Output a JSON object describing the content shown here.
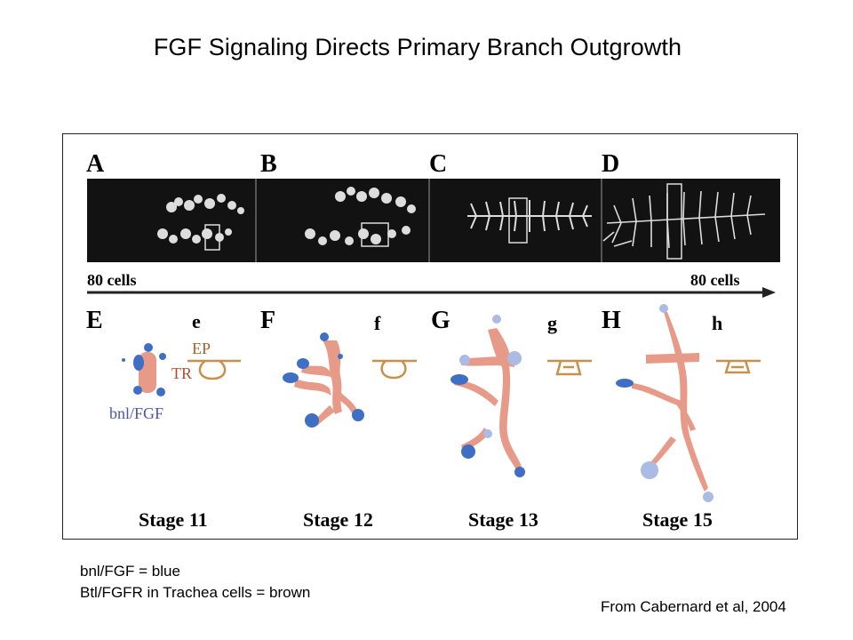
{
  "slide": {
    "title": "FGF Signaling Directs Primary Branch Outgrowth",
    "legend": [
      "bnl/FGF = blue",
      "Btl/FGFR in Trachea cells = brown"
    ],
    "citation": "From Cabernard et al, 2004"
  },
  "figure": {
    "panel_letters_top": [
      "A",
      "B",
      "C",
      "D"
    ],
    "arrow_left_label": "80 cells",
    "arrow_right_label": "80 cells",
    "panel_letters_bottom": [
      "E",
      "F",
      "G",
      "H"
    ],
    "inset_letters": [
      "e",
      "f",
      "g",
      "h"
    ],
    "label_ep": "EP",
    "label_tr": "TR",
    "label_bnl": "bnl/FGF",
    "stages": [
      "Stage 11",
      "Stage 12",
      "Stage 13",
      "Stage 15"
    ],
    "colors": {
      "fgf_blue": "#3f6fc4",
      "fgf_light_blue": "#aabbe4",
      "trachea_pink": "#e89a88",
      "trachea_brown": "#c8904a",
      "bnl_label": "#4a56a8",
      "tr_label": "#b0502e",
      "ep_label": "#a0642a"
    }
  }
}
